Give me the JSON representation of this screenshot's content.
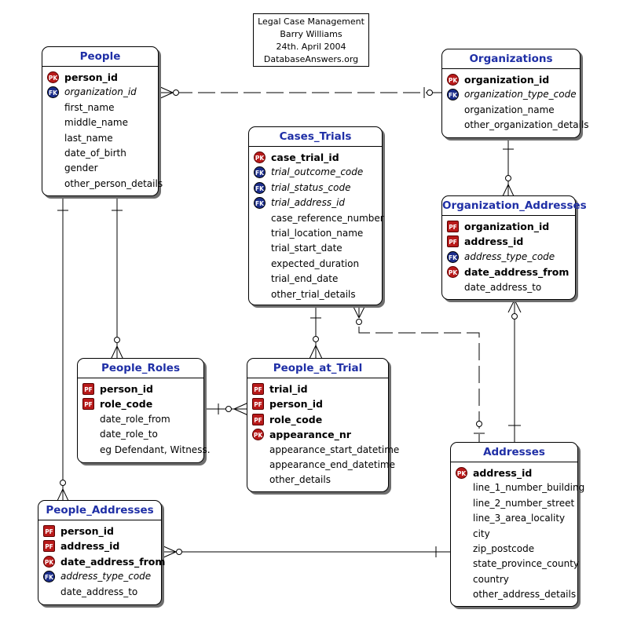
{
  "header": {
    "lines": [
      "Legal Case Management",
      "Barry Williams",
      "24th. April 2004",
      "DatabaseAnswers.org"
    ]
  },
  "badge_labels": {
    "pk": "PK",
    "fk": "FK",
    "pf": "PF"
  },
  "colors": {
    "entity_title": "#1f2fa6",
    "pk_badge": "#b81a1a",
    "fk_badge": "#1b2d8a"
  },
  "entities": {
    "people": {
      "name": "People",
      "attrs": [
        {
          "name": "person_id",
          "badge": "pk"
        },
        {
          "name": "organization_id",
          "badge": "fk"
        },
        {
          "name": "first_name",
          "badge": ""
        },
        {
          "name": "middle_name",
          "badge": ""
        },
        {
          "name": "last_name",
          "badge": ""
        },
        {
          "name": "date_of_birth",
          "badge": ""
        },
        {
          "name": "gender",
          "badge": ""
        },
        {
          "name": "other_person_details",
          "badge": ""
        }
      ]
    },
    "organizations": {
      "name": "Organizations",
      "attrs": [
        {
          "name": "organization_id",
          "badge": "pk"
        },
        {
          "name": "organization_type_code",
          "badge": "fk"
        },
        {
          "name": "organization_name",
          "badge": ""
        },
        {
          "name": "other_organization_details",
          "badge": ""
        }
      ]
    },
    "cases_trials": {
      "name": "Cases_Trials",
      "attrs": [
        {
          "name": "case_trial_id",
          "badge": "pk"
        },
        {
          "name": "trial_outcome_code",
          "badge": "fk"
        },
        {
          "name": "trial_status_code",
          "badge": "fk"
        },
        {
          "name": "trial_address_id",
          "badge": "fk"
        },
        {
          "name": "case_reference_number",
          "badge": ""
        },
        {
          "name": "trial_location_name",
          "badge": ""
        },
        {
          "name": "trial_start_date",
          "badge": ""
        },
        {
          "name": "expected_duration",
          "badge": ""
        },
        {
          "name": "trial_end_date",
          "badge": ""
        },
        {
          "name": "other_trial_details",
          "badge": ""
        }
      ]
    },
    "organization_addresses": {
      "name": "Organization_Addresses",
      "attrs": [
        {
          "name": "organization_id",
          "badge": "pf"
        },
        {
          "name": "address_id",
          "badge": "pf"
        },
        {
          "name": "address_type_code",
          "badge": "fk"
        },
        {
          "name": "date_address_from",
          "badge": "pk"
        },
        {
          "name": "date_address_to",
          "badge": ""
        }
      ]
    },
    "people_roles": {
      "name": "People_Roles",
      "attrs": [
        {
          "name": "person_id",
          "badge": "pf"
        },
        {
          "name": "role_code",
          "badge": "pf"
        },
        {
          "name": "date_role_from",
          "badge": ""
        },
        {
          "name": "date_role_to",
          "badge": ""
        },
        {
          "name": "eg Defendant, Witness.",
          "badge": ""
        }
      ]
    },
    "people_at_trial": {
      "name": "People_at_Trial",
      "attrs": [
        {
          "name": "trial_id",
          "badge": "pf"
        },
        {
          "name": "person_id",
          "badge": "pf"
        },
        {
          "name": "role_code",
          "badge": "pf"
        },
        {
          "name": "appearance_nr",
          "badge": "pk"
        },
        {
          "name": "appearance_start_datetime",
          "badge": ""
        },
        {
          "name": "appearance_end_datetime",
          "badge": ""
        },
        {
          "name": "other_details",
          "badge": ""
        }
      ]
    },
    "addresses": {
      "name": "Addresses",
      "attrs": [
        {
          "name": "address_id",
          "badge": "pk"
        },
        {
          "name": "line_1_number_building",
          "badge": ""
        },
        {
          "name": "line_2_number_street",
          "badge": ""
        },
        {
          "name": "line_3_area_locality",
          "badge": ""
        },
        {
          "name": "city",
          "badge": ""
        },
        {
          "name": "zip_postcode",
          "badge": ""
        },
        {
          "name": "state_province_county",
          "badge": ""
        },
        {
          "name": "country",
          "badge": ""
        },
        {
          "name": "other_address_details",
          "badge": ""
        }
      ]
    },
    "people_addresses": {
      "name": "People_Addresses",
      "attrs": [
        {
          "name": "person_id",
          "badge": "pf"
        },
        {
          "name": "address_id",
          "badge": "pf"
        },
        {
          "name": "date_address_from",
          "badge": "pk"
        },
        {
          "name": "address_type_code",
          "badge": "fk"
        },
        {
          "name": "date_address_to",
          "badge": ""
        }
      ]
    }
  }
}
